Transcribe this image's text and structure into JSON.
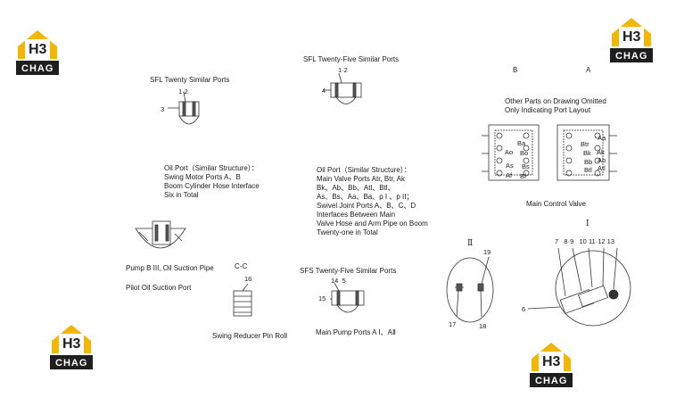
{
  "logos": {
    "brand_top": "H3",
    "brand_bottom": "CHAG",
    "colors": {
      "yellow": "#f2b705",
      "dark": "#1e1e1e",
      "white": "#ffffff"
    }
  },
  "labels": {
    "sfl20_title": "SFL Twenty Similar Ports",
    "sfl20_num12": "1·2",
    "sfl20_num3": "3",
    "sfl25_title": "SFL Twenty-Five Similar Ports",
    "sfl25_num12": "1·2",
    "sfl25_num4": "4",
    "oil_port_left": "Oil Port（Similar Structure）：\nSwing Motor Ports A、B\nBoom Cylinder Hose Interface\nSix in Total",
    "oil_port_right": "Oil Port（Similar Structure）：\nMain Valve Ports Atr, Btr, Ak\nBk、Ab、Bb、Atl、Btl、\nAs、Bs、Aa、Ba、p I 、p II；\nSwivel Joint Ports A、B、C、D\nInterfaces Between Main\nValve Hose and Arm Pipe on Boom\nTwenty-one in Total",
    "view_b": "B",
    "view_a": "A",
    "other_parts": "Other Parts on Drawing Omitted\nOnly Indicating Port Layout",
    "main_control_valve": "Main Control Valve",
    "roman_1_top": "I",
    "pump_b": "Pump B III, Oil Suction Pipe",
    "pilot": "Pilot Oil Suction Port",
    "cc": "C-C",
    "num16": "16",
    "swing_reducer": "Swing Reducer Pin Roll",
    "sfs_title": "SFS Twenty-Five Similar Ports",
    "sfs_num145": "14  5",
    "sfs_num15": "15",
    "main_pump": "Main Pump Ports A Ⅰ、AⅡ",
    "roman_2": "Ⅱ",
    "num17": "17",
    "num18": "18",
    "num19": "19",
    "num6": "6",
    "num_series": "7   8·9   10 11·12 13",
    "valve_b_labels": [
      "Ba",
      "Ao",
      "Bo",
      "As",
      "Bs",
      "Af",
      "Bf"
    ],
    "valve_a_labels": [
      "Aa",
      "Btr",
      "Bk",
      "Ak",
      "Bb",
      "Ab",
      "Btl",
      "Atl"
    ]
  }
}
